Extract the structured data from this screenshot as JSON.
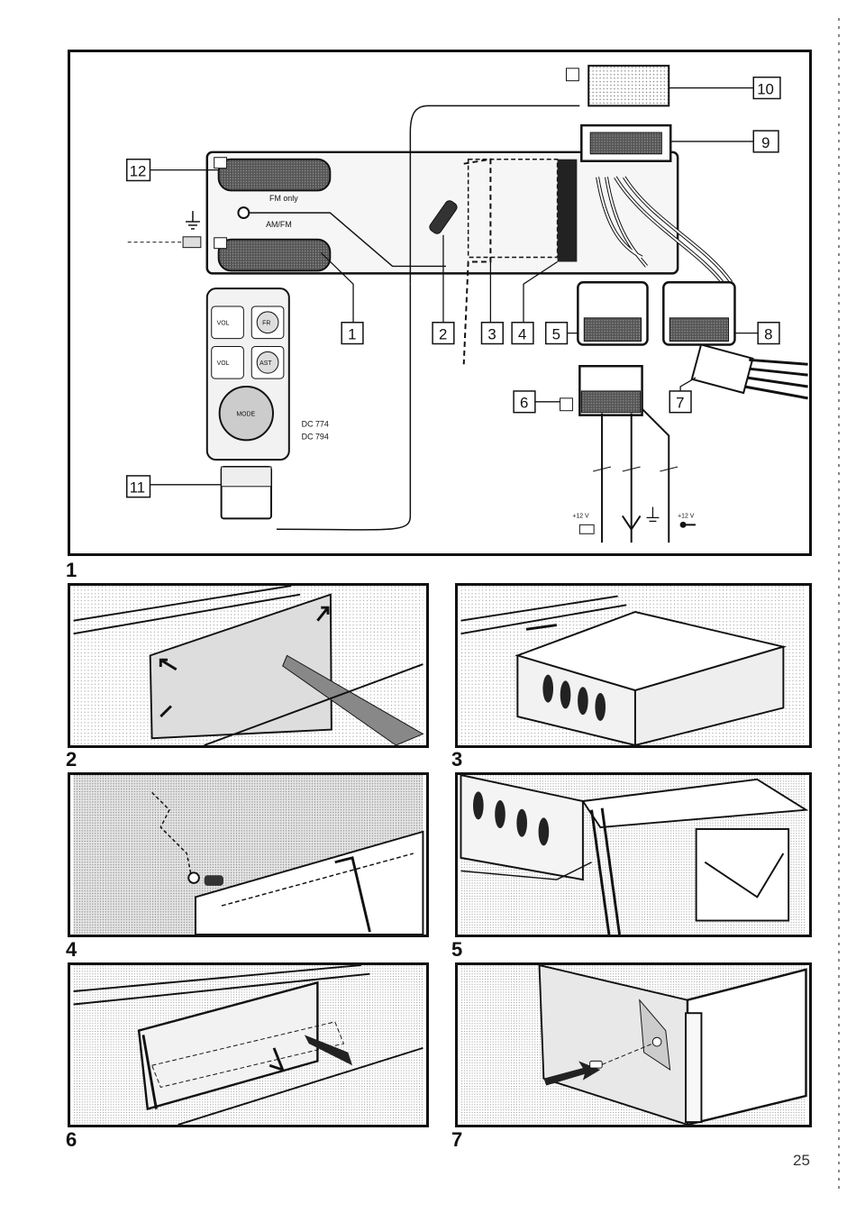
{
  "figure1": {
    "number": "1",
    "callouts": [
      "1",
      "2",
      "3",
      "4",
      "5",
      "6",
      "7",
      "8",
      "9",
      "10",
      "11",
      "12"
    ],
    "labels": {
      "fm_only": "FM only",
      "am_fm": "AM/FM"
    },
    "remote_models": [
      "DC 774",
      "DC 794"
    ],
    "remote_buttons": {
      "vol_up": "VOL",
      "vol_down": "VOL",
      "fr": "FR",
      "ast": "AST",
      "mode": "MODE"
    },
    "power": {
      "plus12v_a": "+12 V",
      "plus12v_b": "+12 V"
    }
  },
  "figures": {
    "f2": "2",
    "f3": "3",
    "f4": "4",
    "f5": "5",
    "f6": "6",
    "f7": "7"
  },
  "page_number": "25"
}
